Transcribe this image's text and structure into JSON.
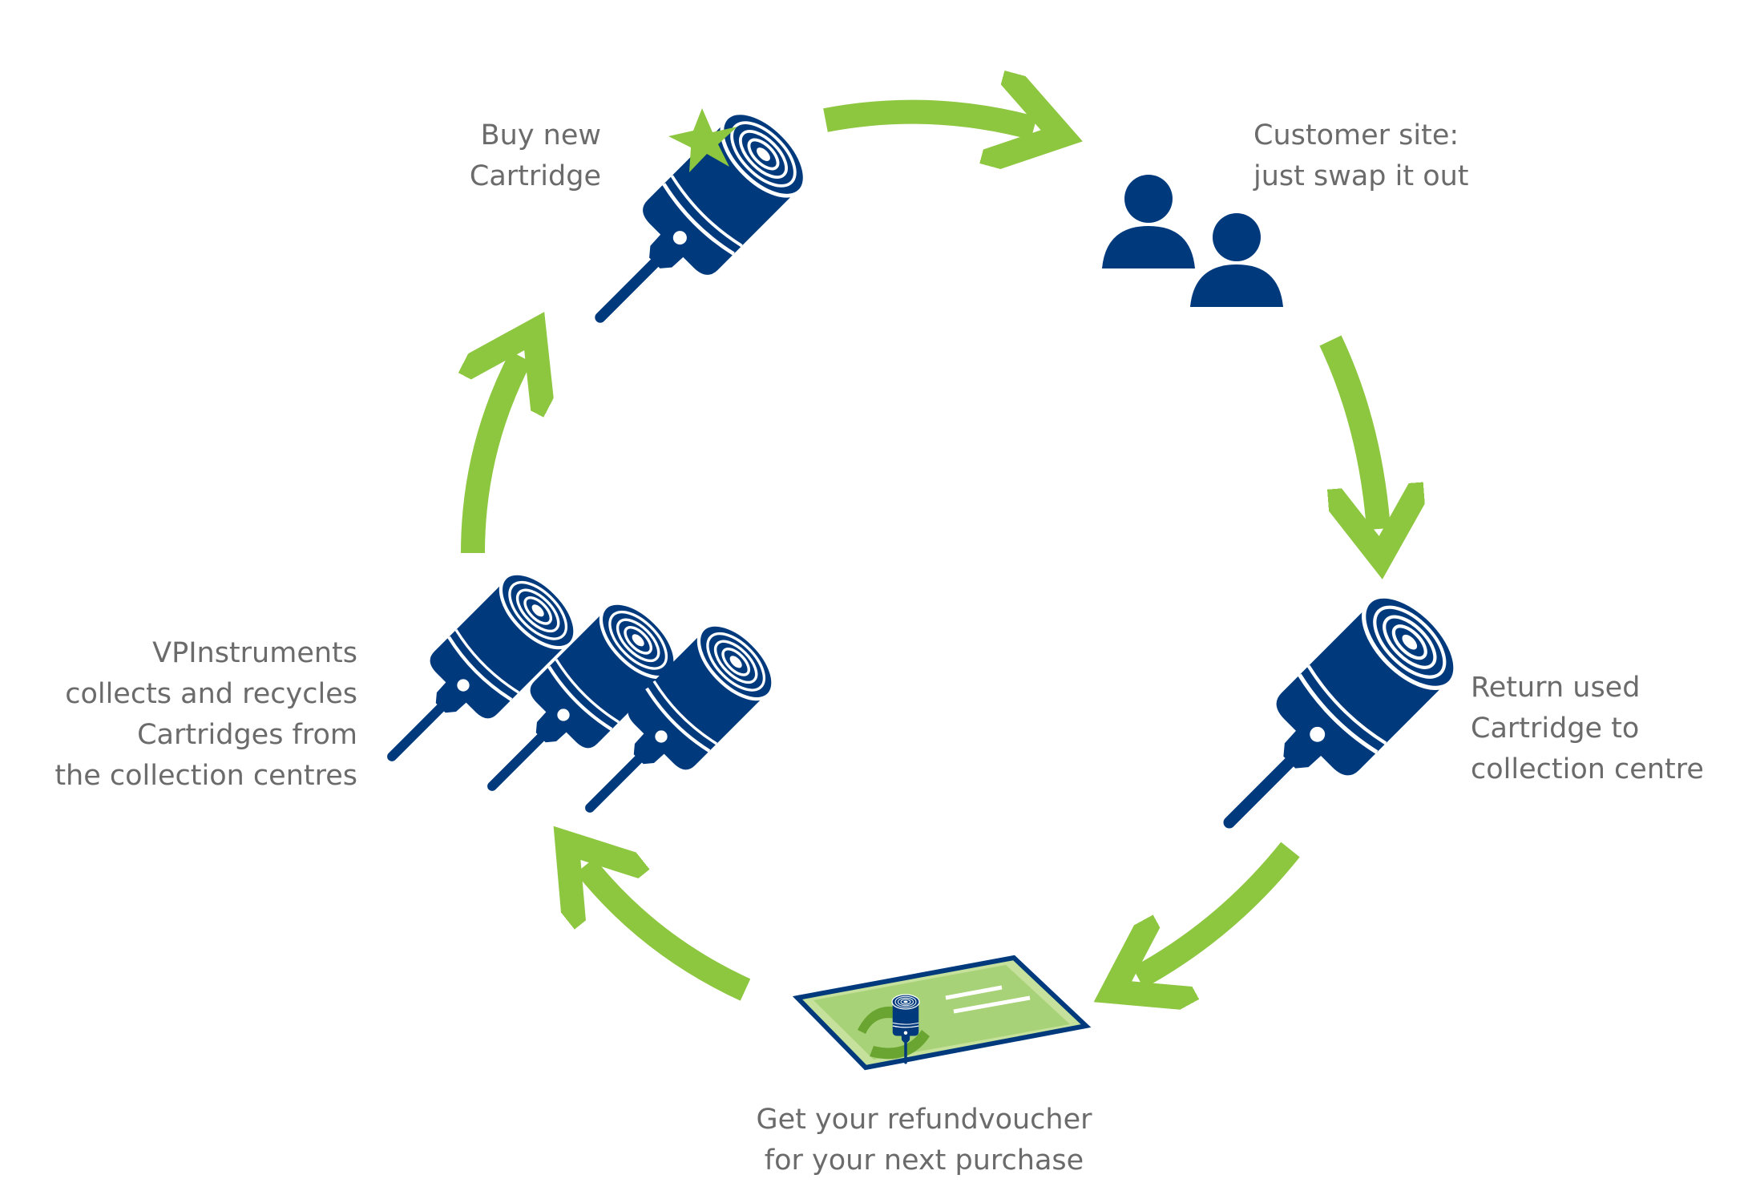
{
  "colors": {
    "arrow_green": "#8dc63f",
    "cartridge_blue": "#003a7d",
    "text_gray": "#6b6b6b",
    "voucher_light": "#c5e19c",
    "voucher_border": "#003a7d"
  },
  "steps": [
    {
      "id": "buy",
      "icon": "cartridge-new-icon",
      "lines": [
        "Buy new",
        "Cartridge"
      ]
    },
    {
      "id": "customer",
      "icon": "customer-users-icon",
      "lines": [
        "Customer site:",
        "just swap it out"
      ]
    },
    {
      "id": "return",
      "icon": "cartridge-used-icon",
      "lines": [
        "Return used",
        "Cartridge to",
        "collection centre"
      ]
    },
    {
      "id": "voucher",
      "icon": "refund-voucher-icon",
      "lines": [
        "Get your refundvoucher",
        "for your next purchase"
      ]
    },
    {
      "id": "recycle",
      "icon": "cartridges-collected-icon",
      "lines": [
        "VPInstruments",
        "collects and recycles",
        "Cartridges from",
        "the collection centres"
      ]
    }
  ]
}
